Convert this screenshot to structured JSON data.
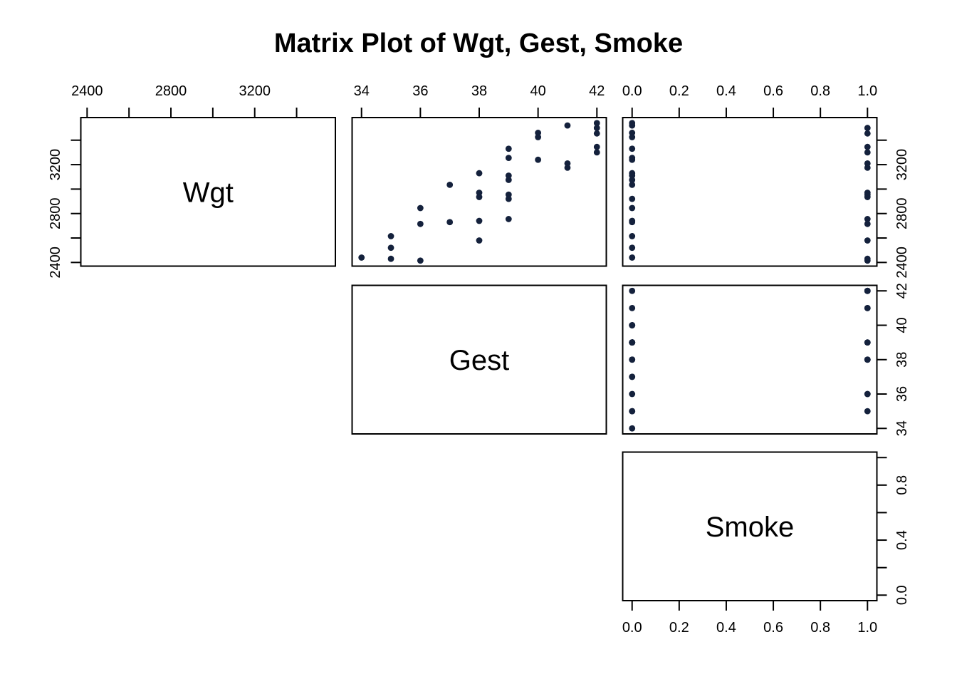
{
  "title": "Matrix Plot of Wgt, Gest, Smoke",
  "colors": {
    "point": "#14213C",
    "axis": "#000000",
    "background": "#FFFFFF",
    "text": "#000000"
  },
  "chart_data": {
    "type": "scatter",
    "subtype": "scatterplot-matrix-upper-triangle",
    "title": "Matrix Plot of Wgt, Gest, Smoke",
    "variables": [
      "Wgt",
      "Gest",
      "Smoke"
    ],
    "diagonal_labels": [
      "Wgt",
      "Gest",
      "Smoke"
    ],
    "grid": false,
    "axes": {
      "Wgt": {
        "range": [
          2370,
          3585
        ],
        "ticks": [
          2400,
          2600,
          2800,
          3000,
          3200,
          3400
        ],
        "labeled": [
          2400,
          2800,
          3200
        ],
        "format": "int"
      },
      "Gest": {
        "range": [
          33.68,
          42.32
        ],
        "ticks": [
          34,
          36,
          38,
          40,
          42
        ],
        "labeled": [
          34,
          36,
          38,
          40,
          42
        ],
        "format": "int"
      },
      "Smoke": {
        "range": [
          -0.04,
          1.04
        ],
        "ticks": [
          0,
          0.2,
          0.4,
          0.6,
          0.8,
          1
        ],
        "labeled": [
          0,
          0.2,
          0.4,
          0.6,
          0.8,
          1
        ],
        "labeled_right": [
          0,
          0.4,
          0.8
        ],
        "format": "1dp"
      }
    },
    "records": [
      {
        "Wgt": 2440,
        "Gest": 34,
        "Smoke": 0
      },
      {
        "Wgt": 2615,
        "Gest": 35,
        "Smoke": 0
      },
      {
        "Wgt": 2520,
        "Gest": 35,
        "Smoke": 0
      },
      {
        "Wgt": 2430,
        "Gest": 35,
        "Smoke": 1
      },
      {
        "Wgt": 2845,
        "Gest": 36,
        "Smoke": 0
      },
      {
        "Wgt": 2715,
        "Gest": 36,
        "Smoke": 1
      },
      {
        "Wgt": 2415,
        "Gest": 36,
        "Smoke": 1
      },
      {
        "Wgt": 3035,
        "Gest": 37,
        "Smoke": 0
      },
      {
        "Wgt": 2730,
        "Gest": 37,
        "Smoke": 0
      },
      {
        "Wgt": 3130,
        "Gest": 38,
        "Smoke": 0
      },
      {
        "Wgt": 2970,
        "Gest": 38,
        "Smoke": 1
      },
      {
        "Wgt": 2935,
        "Gest": 38,
        "Smoke": 1
      },
      {
        "Wgt": 2740,
        "Gest": 38,
        "Smoke": 0
      },
      {
        "Wgt": 2580,
        "Gest": 38,
        "Smoke": 1
      },
      {
        "Wgt": 3330,
        "Gest": 39,
        "Smoke": 0
      },
      {
        "Wgt": 3255,
        "Gest": 39,
        "Smoke": 0
      },
      {
        "Wgt": 3110,
        "Gest": 39,
        "Smoke": 0
      },
      {
        "Wgt": 3075,
        "Gest": 39,
        "Smoke": 0
      },
      {
        "Wgt": 2955,
        "Gest": 39,
        "Smoke": 1
      },
      {
        "Wgt": 2920,
        "Gest": 39,
        "Smoke": 0
      },
      {
        "Wgt": 2755,
        "Gest": 39,
        "Smoke": 1
      },
      {
        "Wgt": 3460,
        "Gest": 40,
        "Smoke": 0
      },
      {
        "Wgt": 3425,
        "Gest": 40,
        "Smoke": 0
      },
      {
        "Wgt": 3240,
        "Gest": 40,
        "Smoke": 0
      },
      {
        "Wgt": 3520,
        "Gest": 41,
        "Smoke": 0
      },
      {
        "Wgt": 3210,
        "Gest": 41,
        "Smoke": 1
      },
      {
        "Wgt": 3175,
        "Gest": 41,
        "Smoke": 1
      },
      {
        "Wgt": 3540,
        "Gest": 42,
        "Smoke": 0
      },
      {
        "Wgt": 3500,
        "Gest": 42,
        "Smoke": 1
      },
      {
        "Wgt": 3455,
        "Gest": 42,
        "Smoke": 1
      },
      {
        "Wgt": 3345,
        "Gest": 42,
        "Smoke": 1
      },
      {
        "Wgt": 3300,
        "Gest": 42,
        "Smoke": 1
      }
    ]
  }
}
